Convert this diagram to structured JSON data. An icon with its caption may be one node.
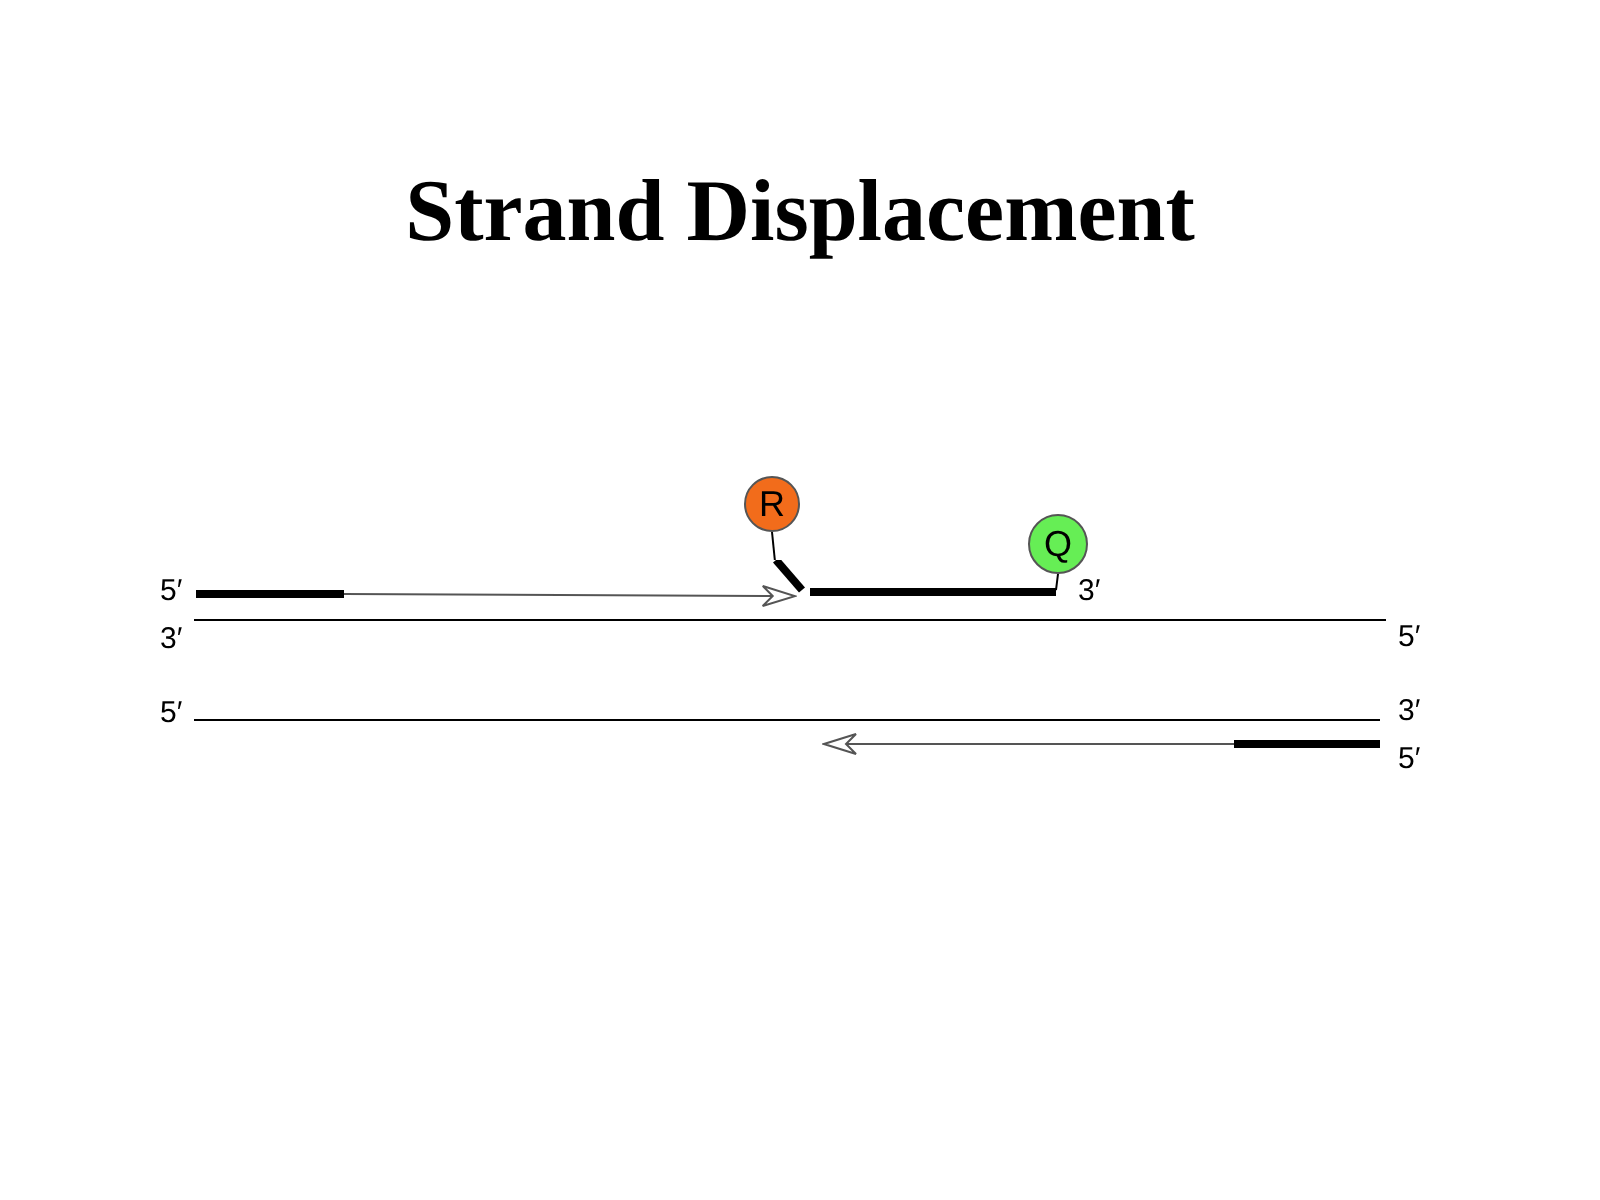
{
  "diagram": {
    "title": "Strand Displacement",
    "nodes": [
      {
        "text": [],
        "shape": "bar",
        "beside": [
          "5′"
        ]
      },
      {
        "text": [],
        "shape": "bar",
        "beside": [
          "3′"
        ]
      },
      {
        "text": [
          "R"
        ]
      },
      {
        "text": [
          "Q"
        ]
      },
      {
        "text": [],
        "shape": "bar",
        "beside": [
          "5′"
        ]
      }
    ],
    "edges": [
      {
        "from": 0,
        "to": 1,
        "arrow": "to"
      },
      {
        "from": 2,
        "to": 1,
        "arrow": "none"
      },
      {
        "from": 3,
        "to": 1,
        "arrow": "none"
      },
      {
        "from": 4,
        "to": null,
        "arrow": "to"
      }
    ],
    "labels": [
      "3′",
      "5′",
      "5′",
      "3′"
    ]
  }
}
